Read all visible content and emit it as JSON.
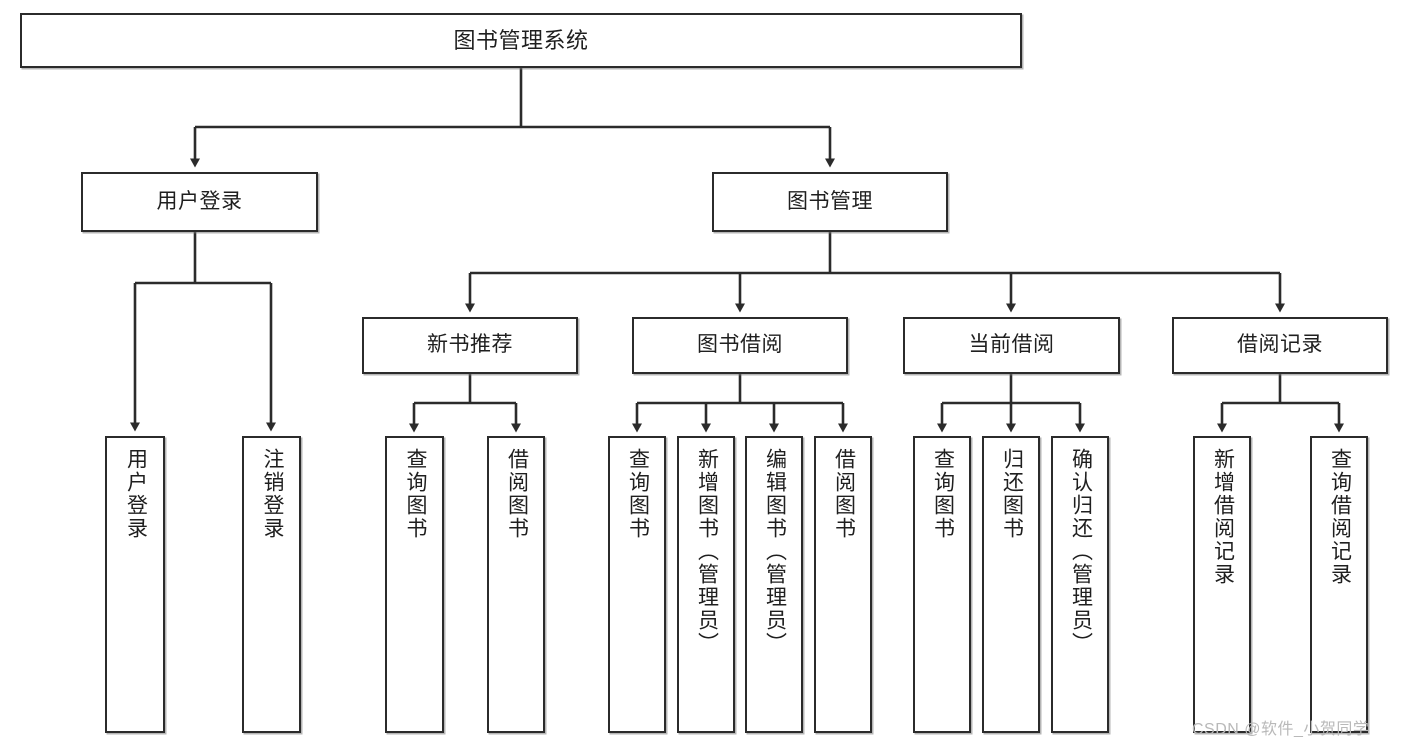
{
  "diagram": {
    "type": "tree-hierarchy",
    "title": "图书管理系统",
    "background_color": "#ffffff",
    "box_border_color": "#2b2b2b",
    "connector_color": "#2b2b2b"
  },
  "nodes": {
    "root": {
      "label": "图书管理系统"
    },
    "level2": [
      {
        "label": "用户登录"
      },
      {
        "label": "图书管理"
      }
    ],
    "level3": [
      {
        "label": "新书推荐"
      },
      {
        "label": "图书借阅"
      },
      {
        "label": "当前借阅"
      },
      {
        "label": "借阅记录"
      }
    ],
    "leaves_user_login": [
      {
        "label": "用户登录"
      },
      {
        "label": "注销登录"
      }
    ],
    "leaves_new_book": [
      {
        "label": "查询图书"
      },
      {
        "label": "借阅图书"
      }
    ],
    "leaves_borrow": [
      {
        "label": "查询图书"
      },
      {
        "label": "新增图书（管理员）"
      },
      {
        "label": "编辑图书（管理员）"
      },
      {
        "label": "借阅图书"
      }
    ],
    "leaves_current": [
      {
        "label": "查询图书"
      },
      {
        "label": "归还图书"
      },
      {
        "label": "确认归还（管理员）"
      }
    ],
    "leaves_records": [
      {
        "label": "新增借阅记录"
      },
      {
        "label": "查询借阅记录"
      }
    ]
  },
  "watermark": {
    "text": "CSDN @软件_小贺同学"
  }
}
